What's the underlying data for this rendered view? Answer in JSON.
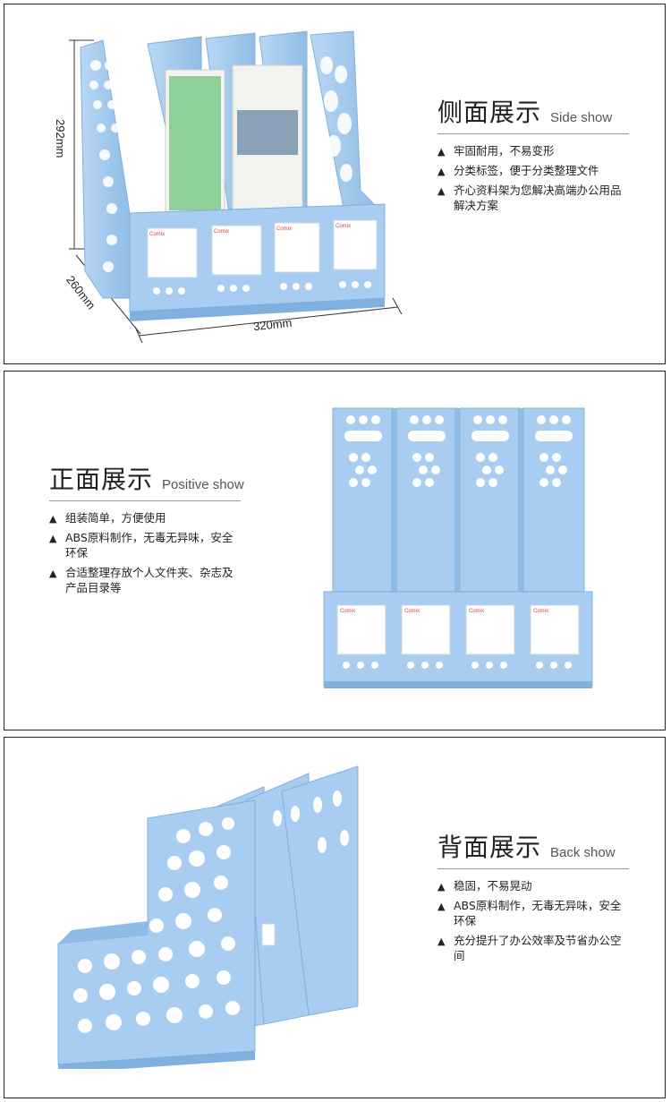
{
  "side": {
    "title_cn": "侧面展示",
    "title_en": "Side show",
    "features": [
      "牢固耐用，不易变形",
      "分类标签，便于分类整理文件",
      "齐心资料架为您解决高端办公用品解决方案"
    ],
    "dim_height": "292mm",
    "dim_depth": "260mm",
    "dim_width": "320mm"
  },
  "front": {
    "title_cn": "正面展示",
    "title_en": "Positive show",
    "features": [
      "组装简单，方便使用",
      "ABS原料制作，无毒无异味，安全环保",
      "合适整理存放个人文件夹、杂志及产品目录等"
    ]
  },
  "back": {
    "title_cn": "背面展示",
    "title_en": "Back show",
    "features": [
      "稳固，不易晃动",
      "ABS原料制作，无毒无异味，安全环保",
      "充分提升了办公效率及节省办公空间"
    ]
  },
  "brand": "Comix",
  "bullet": "▲",
  "colors": {
    "rack": "#a9cdf0",
    "rack_dark": "#7fb0e0",
    "rack_shadow": "#6f9fd3",
    "label": "#ffffff"
  }
}
